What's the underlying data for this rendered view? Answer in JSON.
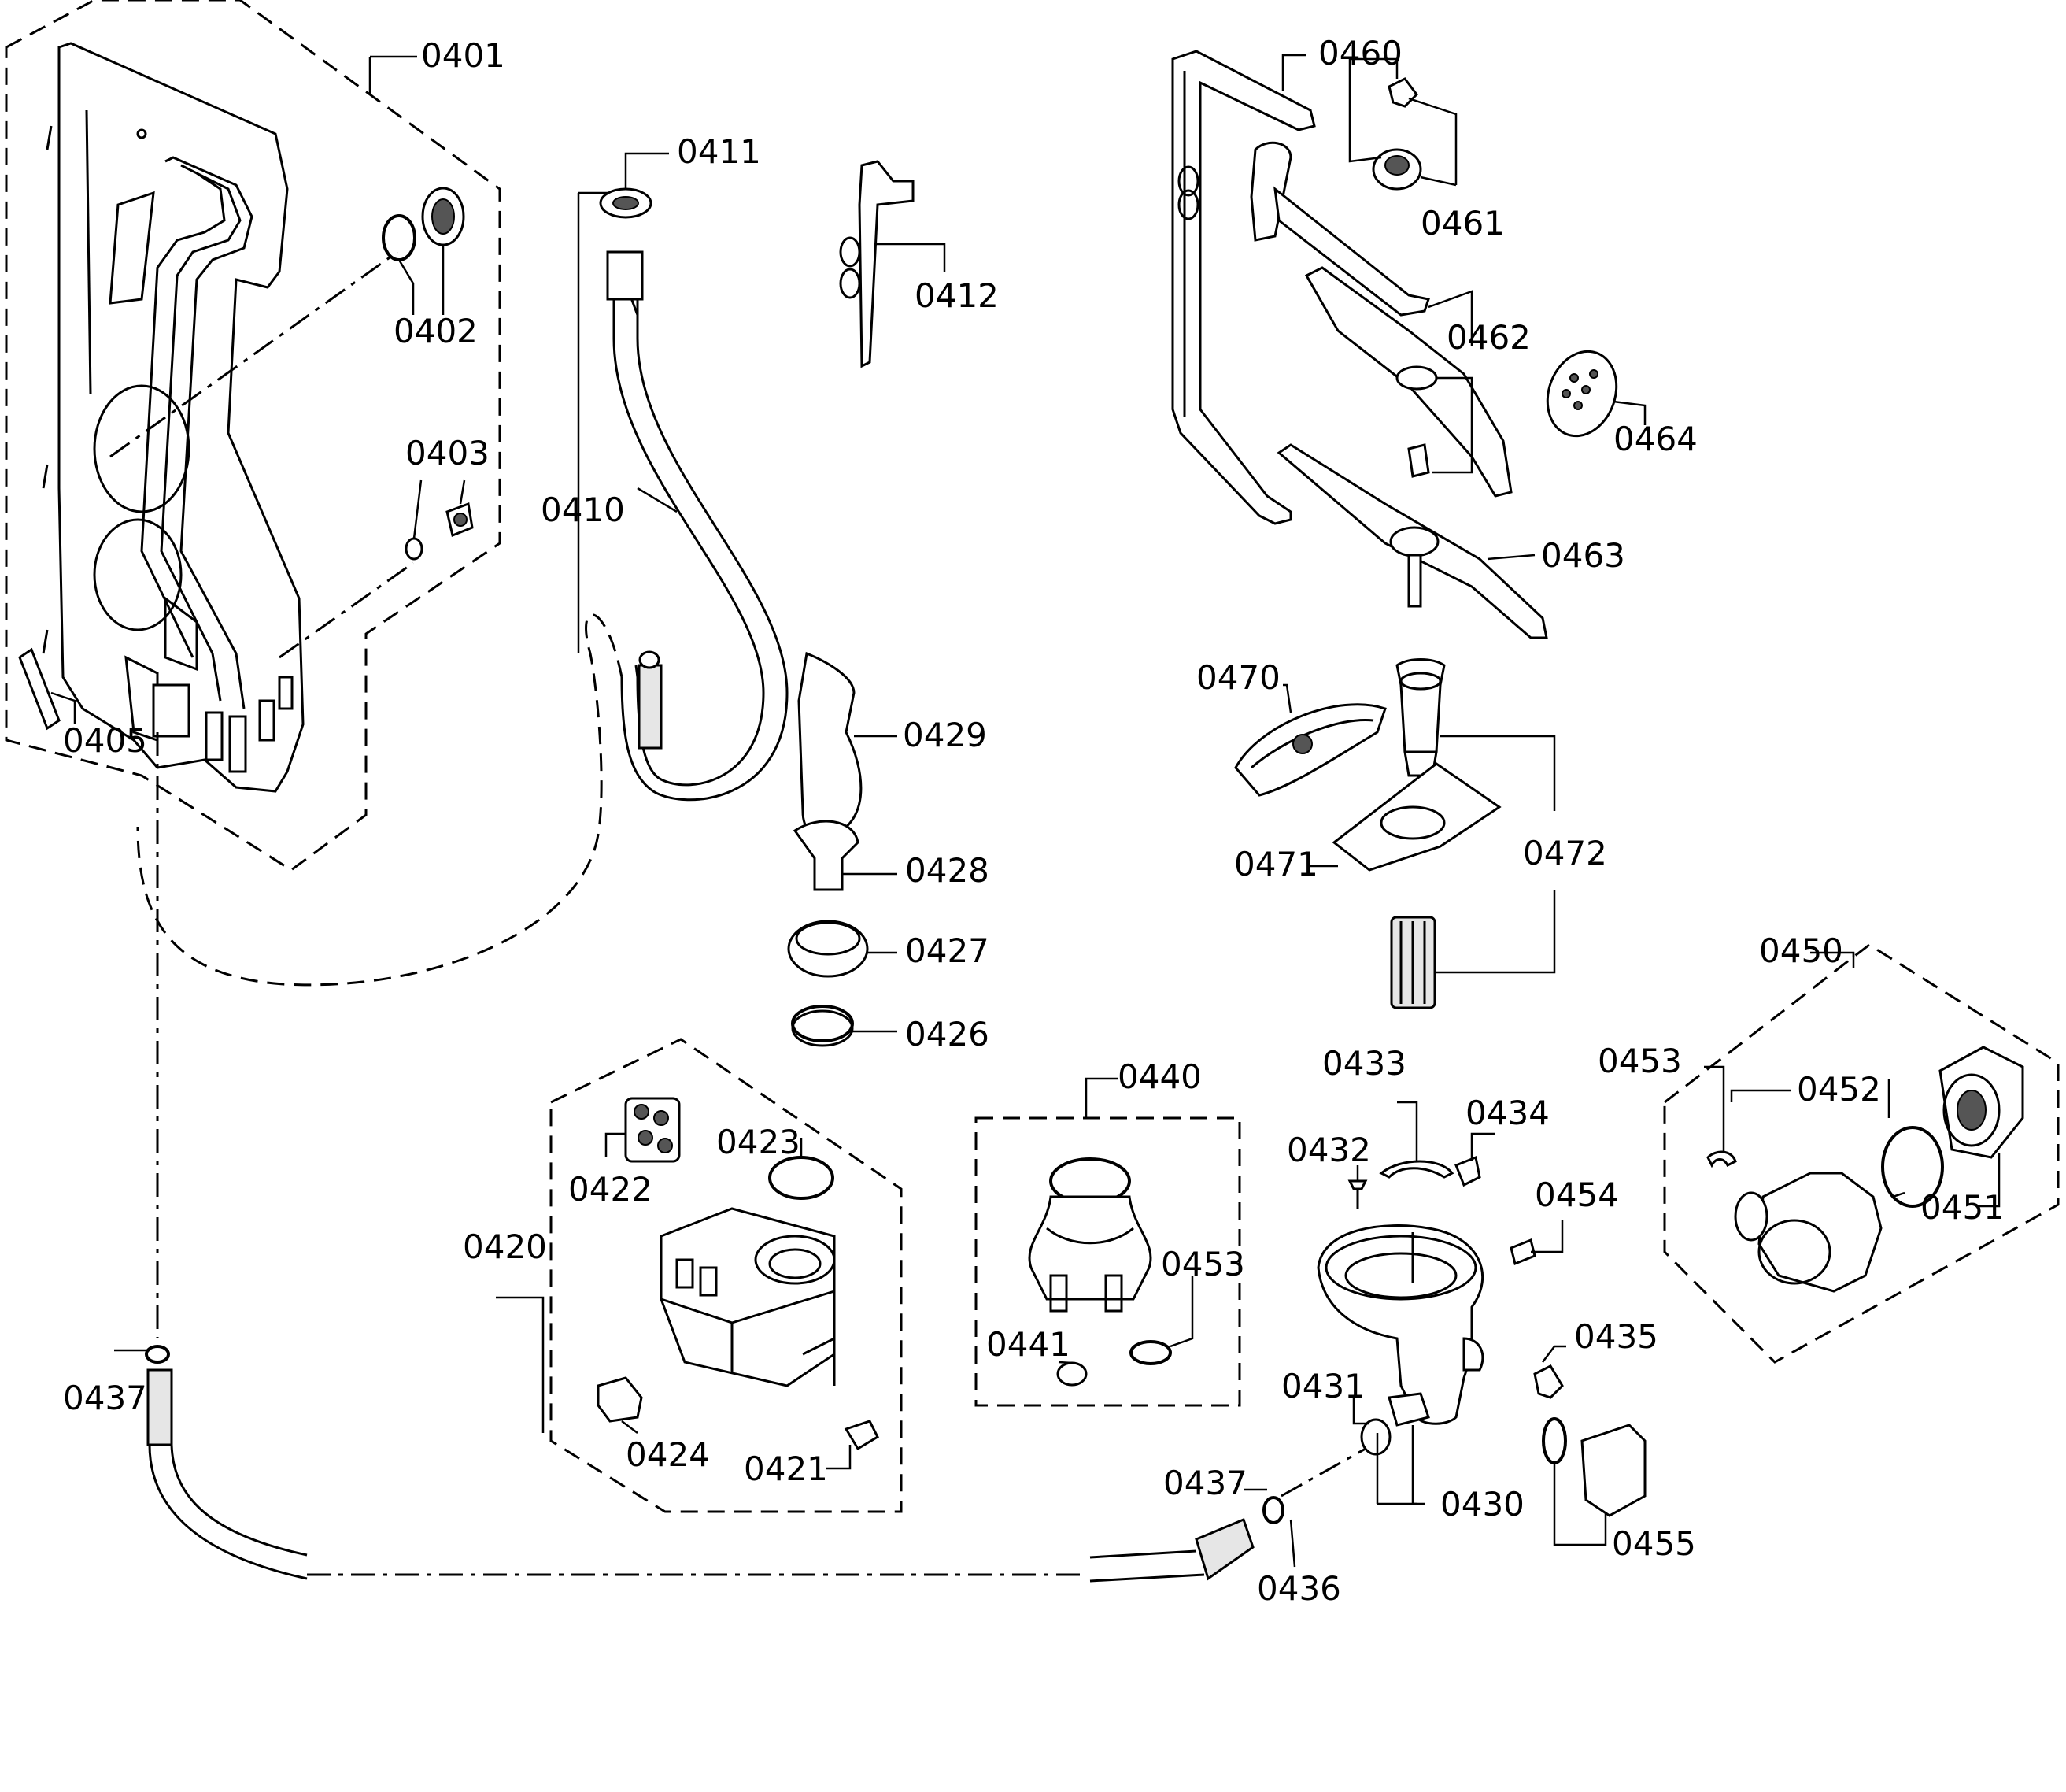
{
  "labels": [
    {
      "id": "0401",
      "text": "0401"
    },
    {
      "id": "0402",
      "text": "0402"
    },
    {
      "id": "0403",
      "text": "0403"
    },
    {
      "id": "0405",
      "text": "0405"
    },
    {
      "id": "0410",
      "text": "0410"
    },
    {
      "id": "0411",
      "text": "0411"
    },
    {
      "id": "0412",
      "text": "0412"
    },
    {
      "id": "0420",
      "text": "0420"
    },
    {
      "id": "0421",
      "text": "0421"
    },
    {
      "id": "0422",
      "text": "0422"
    },
    {
      "id": "0423",
      "text": "0423"
    },
    {
      "id": "0424",
      "text": "0424"
    },
    {
      "id": "0426",
      "text": "0426"
    },
    {
      "id": "0427",
      "text": "0427"
    },
    {
      "id": "0428",
      "text": "0428"
    },
    {
      "id": "0429",
      "text": "0429"
    },
    {
      "id": "0430",
      "text": "0430"
    },
    {
      "id": "0431",
      "text": "0431"
    },
    {
      "id": "0432",
      "text": "0432"
    },
    {
      "id": "0433",
      "text": "0433"
    },
    {
      "id": "0434",
      "text": "0434"
    },
    {
      "id": "0435",
      "text": "0435"
    },
    {
      "id": "0436",
      "text": "0436"
    },
    {
      "id": "0437a",
      "text": "0437"
    },
    {
      "id": "0437b",
      "text": "0437"
    },
    {
      "id": "0440",
      "text": "0440"
    },
    {
      "id": "0441",
      "text": "0441"
    },
    {
      "id": "0450",
      "text": "0450"
    },
    {
      "id": "0451",
      "text": "0451"
    },
    {
      "id": "0452",
      "text": "0452"
    },
    {
      "id": "0453a",
      "text": "0453"
    },
    {
      "id": "0453b",
      "text": "0453"
    },
    {
      "id": "0454",
      "text": "0454"
    },
    {
      "id": "0455",
      "text": "0455"
    },
    {
      "id": "0460",
      "text": "0460"
    },
    {
      "id": "0461",
      "text": "0461"
    },
    {
      "id": "0462",
      "text": "0462"
    },
    {
      "id": "0463",
      "text": "0463"
    },
    {
      "id": "0464",
      "text": "0464"
    },
    {
      "id": "0470",
      "text": "0470"
    },
    {
      "id": "0471",
      "text": "0471"
    },
    {
      "id": "0472",
      "text": "0472"
    }
  ]
}
